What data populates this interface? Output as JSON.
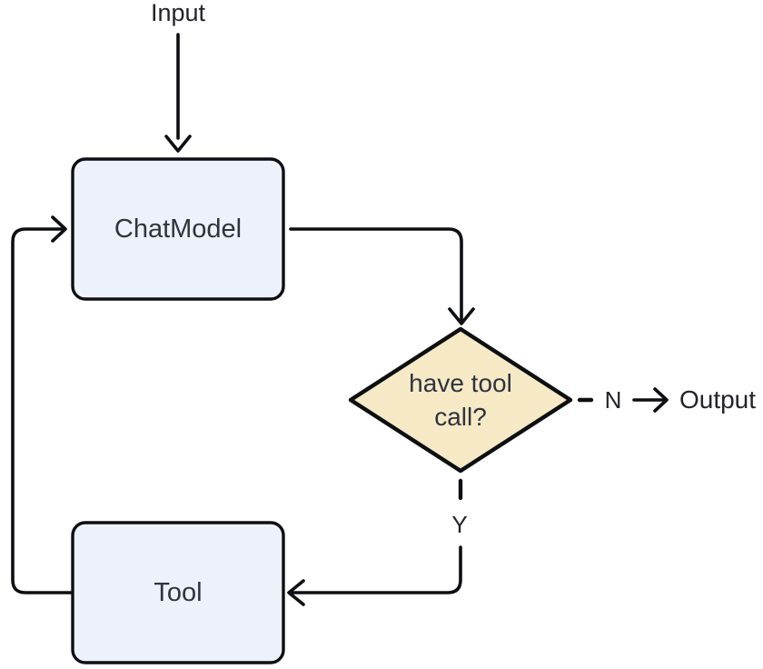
{
  "colors": {
    "background": "#ffffff",
    "stroke": "#0e0f12",
    "process_fill": "#edf1fa",
    "decision_fill": "#f6e9c6",
    "node_text": "#2f333d",
    "label_text": "#22242a"
  },
  "nodes": {
    "input": {
      "label": "Input",
      "type": "start-terminal"
    },
    "chat_model": {
      "label": "ChatModel",
      "type": "process"
    },
    "decision": {
      "label": "have tool\ncall?",
      "type": "decision"
    },
    "tool": {
      "label": "Tool",
      "type": "process"
    },
    "output": {
      "label": "Output",
      "type": "end-terminal"
    }
  },
  "edges": {
    "input_to_chatmodel": {
      "from": "Input",
      "to": "ChatModel",
      "style": "solid"
    },
    "chatmodel_to_decision": {
      "from": "ChatModel",
      "to": "have tool call?",
      "style": "solid"
    },
    "decision_no": {
      "from": "have tool call?",
      "to": "Output",
      "label": "N",
      "style": "dashed"
    },
    "decision_yes": {
      "from": "have tool call?",
      "to": "Tool",
      "label": "Y",
      "style": "dashed-then-solid"
    },
    "tool_to_chatmodel": {
      "from": "Tool",
      "to": "ChatModel",
      "style": "solid"
    }
  }
}
